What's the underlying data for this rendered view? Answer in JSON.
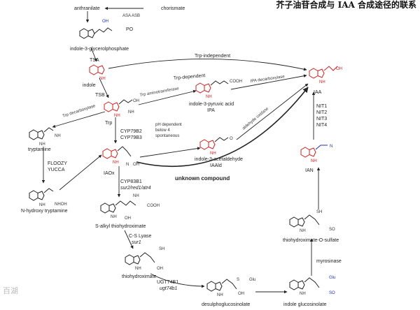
{
  "title": "芥子油苷合成与 IAA 合成途径的联系",
  "watermark": "百湖",
  "compounds": {
    "anthranilate": "anthranilate",
    "chorismate": "chorismate",
    "igp": "indole-3-glycerolphosphate",
    "indole": "indole",
    "trp": "Trp",
    "tryptamine": "tryptamine",
    "nhydroxy": "N-hydroxy tryptamine",
    "iaox": "IAOx",
    "ipa_name": "indole-3-pyruvic acid",
    "ipa": "IPA",
    "iaald_name": "indole-3-acetaldehyde",
    "iaald": "IAAld",
    "iaa": "IAA",
    "ian": "IAN",
    "salkyl": "S-alkyl thiohydroximate",
    "thiohydrox": "thiohydroximate",
    "desulpho": "desulphoglucosinolate",
    "indolegluc": "indole glucosinolate",
    "thiosulfate": "thiohydroximate-O-sulfate",
    "unknown": "unknown compound"
  },
  "enzymes": {
    "asa": "ASA ASB",
    "tsa": "TSA",
    "tsb": "TSB",
    "trp_dep": "Trp-dependent",
    "trp_indep": "Trp-independent",
    "trp_aminotrans": "Trp aminotransferase",
    "trp_decarb": "Trp decarboxylase",
    "ipa_decarb": "IPA decarboxylase",
    "cyp79b2": "CYP79B2",
    "cyp79b3": "CYP79B3",
    "phdep1": "pH dependent",
    "phdep2": "below 4",
    "phdep3": "spontaneous",
    "floozy": "FLOOZY",
    "yucca": "YUCCA",
    "cyp83b1": "CYP83B1",
    "sur2": "sur2/red1/atr4",
    "cslyase": "C-S Lyase",
    "sur1": "sur1",
    "ugt": "UGT74B1",
    "ugt74": "ugt74b1",
    "aldehyde_ox": "aldehyde oxidase",
    "nit1": "NIT1",
    "nit2": "NIT2",
    "nit3": "NIT3",
    "nit4": "NIT4",
    "myrosinase": "myrosinase"
  },
  "atoms": {
    "po3": "PO",
    "nh": "NH",
    "nh2": "NH",
    "nhoh": "NHOH",
    "cooh": "COOH",
    "oh": "OH",
    "o": "O",
    "sh": "SH",
    "s": "S",
    "n": "N",
    "glu": "Glu",
    "so3": "SO"
  }
}
